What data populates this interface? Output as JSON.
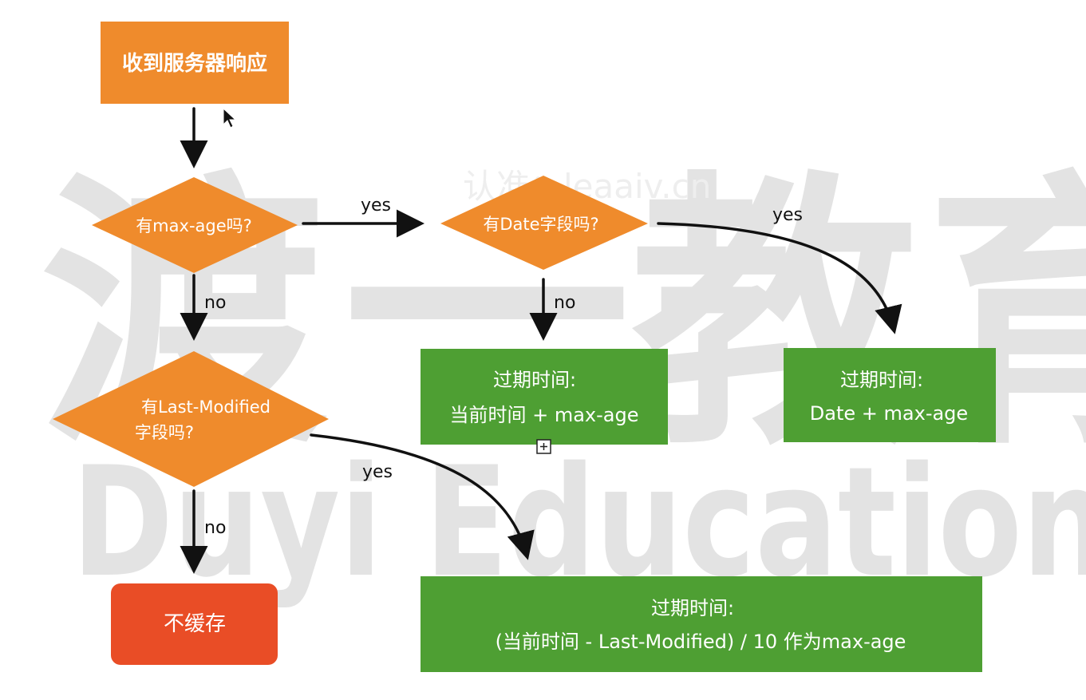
{
  "watermark": {
    "big_chars": [
      "渡",
      "一",
      "教",
      "育"
    ],
    "latin": "Duyi Education",
    "credit": "认准：leaaiv.cn"
  },
  "nodes": {
    "start": "收到服务器响应",
    "q_max_age": "有max-age吗?",
    "q_date": "有Date字段吗?",
    "q_last_modified_l1": "有Last-Modified",
    "q_last_modified_l2": "字段吗?",
    "no_cache": "不缓存",
    "exp1_title": "过期时间:",
    "exp1_body": "当前时间 + max-age",
    "exp2_title": "过期时间:",
    "exp2_body": "Date + max-age",
    "exp3_title": "过期时间:",
    "exp3_body": "(当前时间 - Last-Modified) / 10 作为max-age"
  },
  "edges": {
    "max_age_yes": "yes",
    "max_age_no": "no",
    "date_yes": "yes",
    "date_no": "no",
    "lm_yes": "yes",
    "lm_no": "no"
  },
  "colors": {
    "decision": "#ef8b2c",
    "start": "#ef8b2c",
    "result": "#4e9f33",
    "no_cache": "#e94d26",
    "arrow": "#111111",
    "watermark": "#e3e3e3"
  }
}
